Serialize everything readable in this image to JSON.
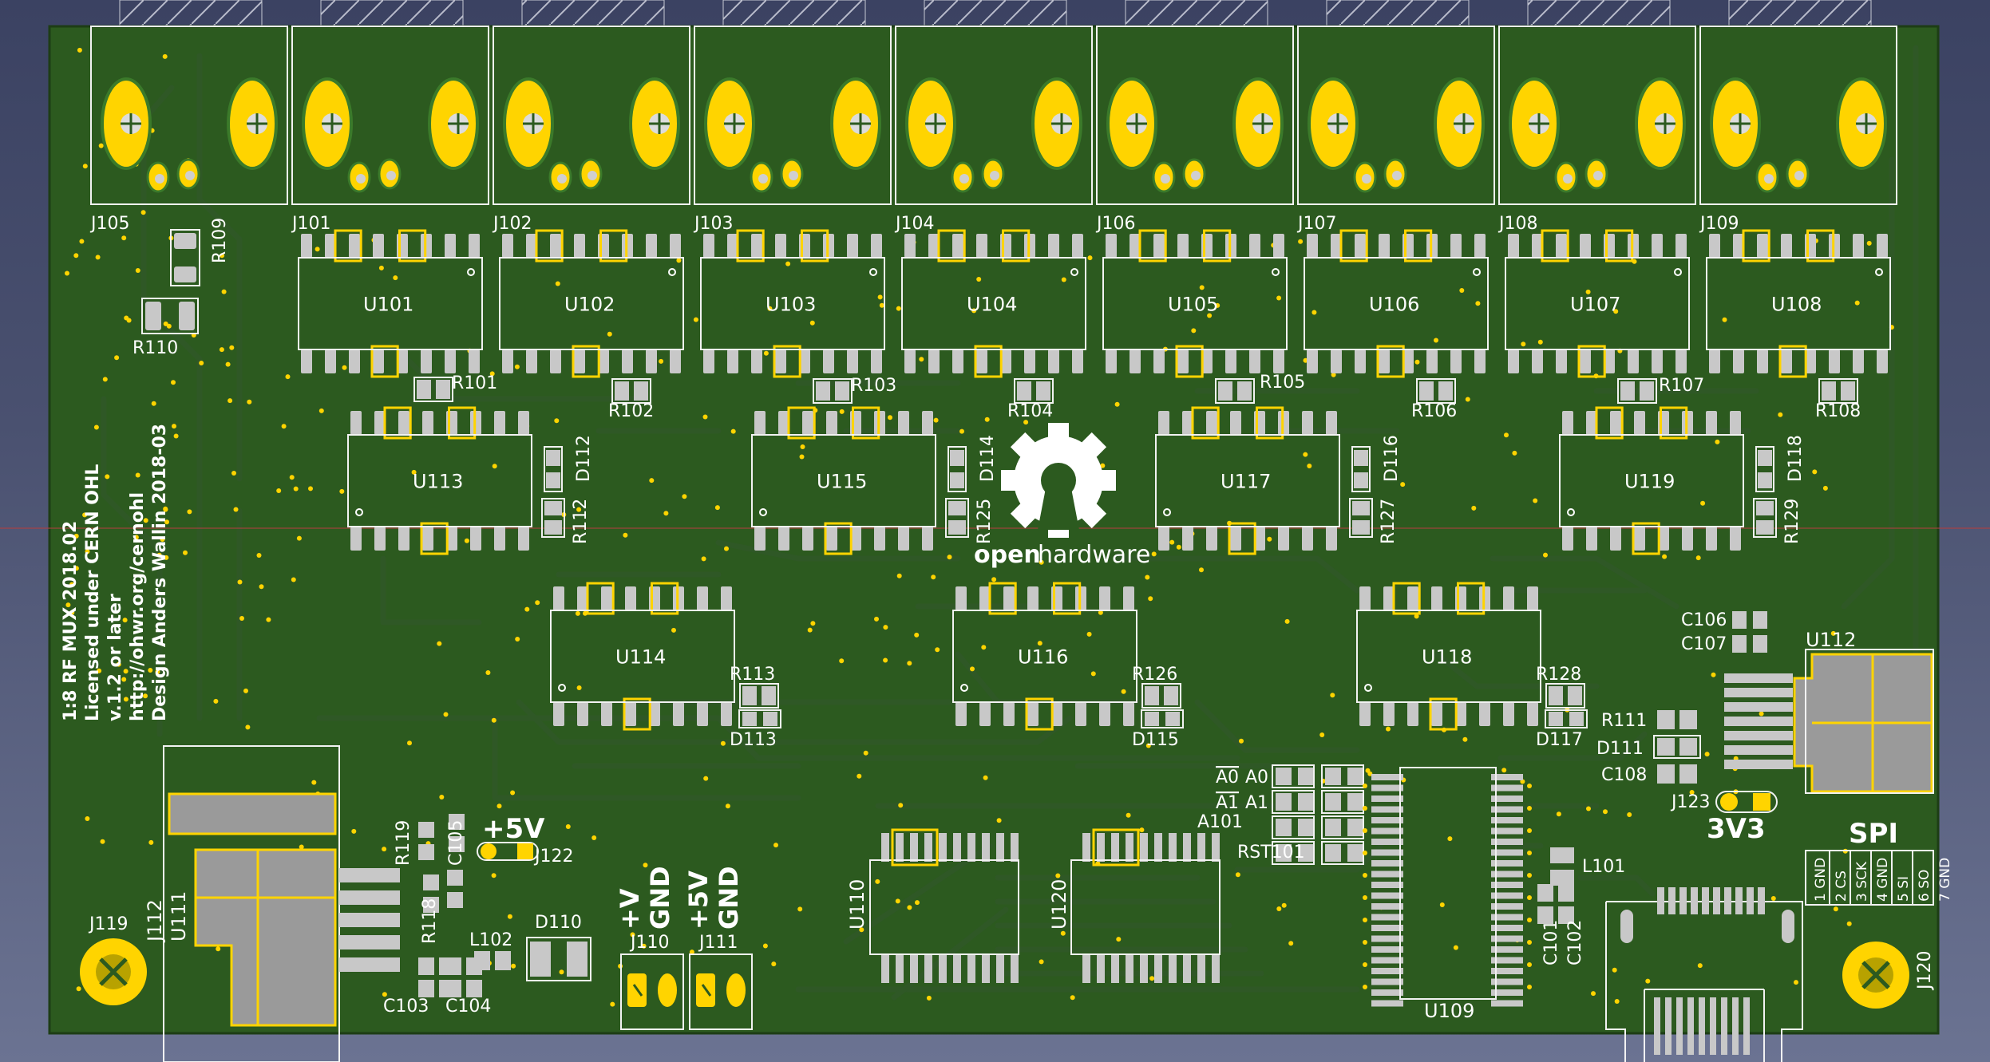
{
  "colors": {
    "background": "#4a5170",
    "board": "#2c5a1f",
    "copper_pad": "#ffd400",
    "silkscreen": "#f2f2f2",
    "smd_pad": "#c8c8c8",
    "trace": "#2f5826"
  },
  "connectors_top": [
    "J105",
    "J101",
    "J102",
    "J103",
    "J104",
    "J106",
    "J107",
    "J108",
    "J109"
  ],
  "row1": {
    "ics": [
      "U101",
      "U102",
      "U103",
      "U104",
      "U105",
      "U106",
      "U107",
      "U108"
    ],
    "resistors": [
      "R101",
      "R102",
      "R103",
      "R104",
      "R105",
      "R106",
      "R107",
      "R108"
    ]
  },
  "left": {
    "r109": "R109",
    "r110": "R110"
  },
  "row2": {
    "ics": [
      "U113",
      "U115",
      "U117",
      "U119"
    ],
    "diodes": [
      "D112",
      "D114",
      "D116",
      "D118"
    ],
    "resistors": [
      "R112",
      "R125",
      "R127",
      "R129"
    ]
  },
  "row3": {
    "ics": [
      "U114",
      "U116",
      "U118"
    ],
    "resistors": [
      "R113",
      "R126",
      "R128"
    ],
    "diodes": [
      "D113",
      "D115",
      "D117"
    ]
  },
  "board_text": [
    "1:8 RF MUX 2018.02",
    "Licensed under CERN OHL",
    "v.1.2 or later",
    "http://ohwr.org/cernohl",
    "Design Anders Wallin 2018-03"
  ],
  "logo": {
    "text_open": "open",
    "text_hardware": "hardware",
    "icon": "open-hardware-gear-icon"
  },
  "power": {
    "j119": "J119",
    "j112": "J112",
    "u111": "U111",
    "r119": "R119",
    "c105": "C105",
    "r118": "R118",
    "c103": "C103",
    "c104": "C104",
    "l102": "L102",
    "d110": "D110",
    "plus5v": "+5V",
    "j122": "J122",
    "plusv": "+V",
    "gnd": "GND",
    "plus5v_b": "+5V",
    "gnd_b": "GND",
    "j110": "J110",
    "j111": "J111"
  },
  "digital": {
    "u110": "U110",
    "u120": "U120",
    "u109": "U109",
    "jumper_rows": [
      {
        "left": "A0",
        "right": "A0"
      },
      {
        "left": "A1",
        "right": "A1"
      },
      {
        "left": "",
        "right": "A101"
      },
      {
        "left": "",
        "right": "RST101"
      }
    ]
  },
  "right": {
    "c106": "C106",
    "c107": "C107",
    "u112": "U112",
    "r111": "R111",
    "d111": "D111",
    "c108": "C108",
    "j123": "J123",
    "v3v3": "3V3",
    "l101": "L101",
    "c101": "C101",
    "c102": "C102",
    "spi": "SPI",
    "spi_pins": [
      "1 GND",
      "2 CS",
      "3 SCK",
      "4 GND",
      "5 SI",
      "6 SO",
      "7 GND"
    ],
    "j120": "J120"
  }
}
